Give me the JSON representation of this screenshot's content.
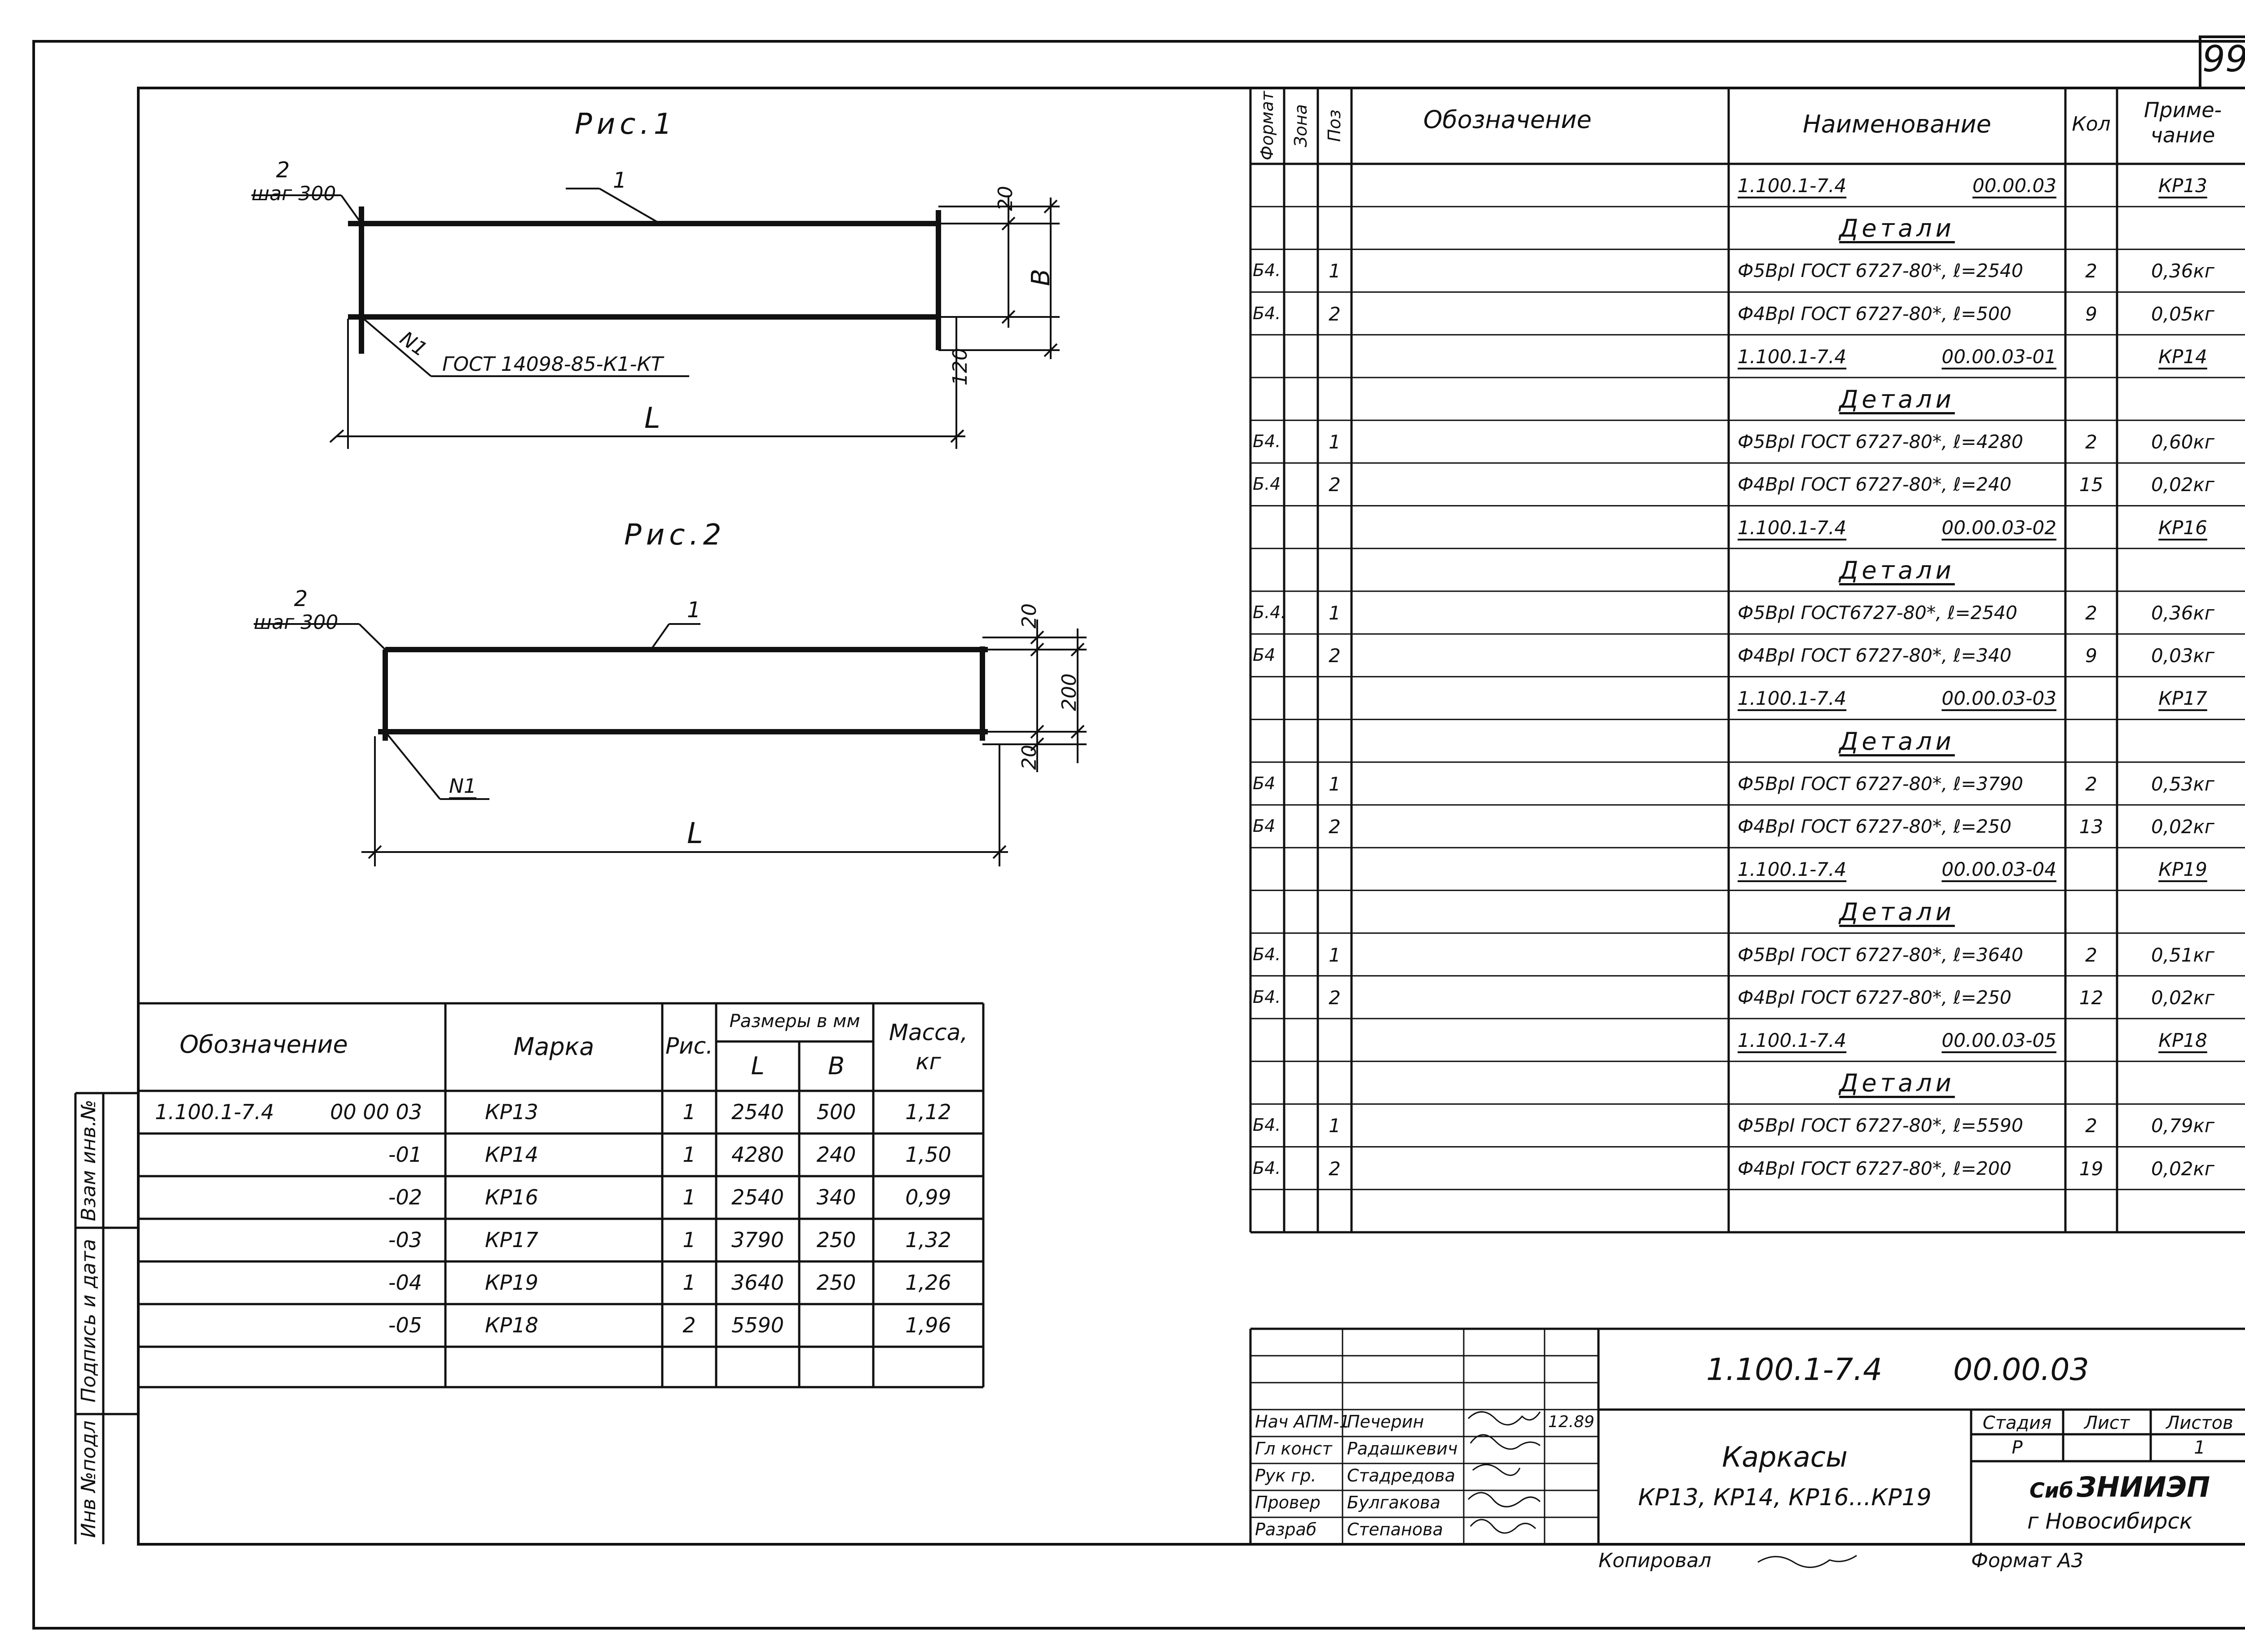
{
  "sheet_number": "99",
  "fig1": {
    "title": "Рис.1",
    "callout_pos": "2",
    "callout_step": "шаг 300",
    "bar_label": "1",
    "dim_top": "20",
    "dim_height": "В",
    "dim_bottom": "120",
    "weld_mark": "N1",
    "weld_standard": "ГОСТ 14098-85-К1-КТ",
    "dim_length": "L"
  },
  "fig2": {
    "title": "Рис.2",
    "callout_pos": "2",
    "callout_step": "шаг 300",
    "bar_label": "1",
    "dim_top": "20",
    "dim_height": "200",
    "dim_bottom": "20",
    "weld_mark": "N1",
    "dim_length": "L"
  },
  "side_stamp": {
    "inv_zam": "Взам инв.№",
    "sign_date": "Подпись и дата",
    "inv_orig": "Инв №подл"
  },
  "sizes_table": {
    "headers": {
      "designation": "Обозначение",
      "mark": "Марка",
      "fig": "Рис.",
      "sizes": "Размеры в мм",
      "L": "L",
      "B": "В",
      "mass": "Масса,",
      "mass_unit": "кг"
    },
    "rows": [
      {
        "prefix": "1.100.1-7.4",
        "code": "00 00 03",
        "mark": "КР13",
        "fig": "1",
        "L": "2540",
        "B": "500",
        "mass": "1,12"
      },
      {
        "prefix": "",
        "code": "-01",
        "mark": "КР14",
        "fig": "1",
        "L": "4280",
        "B": "240",
        "mass": "1,50"
      },
      {
        "prefix": "",
        "code": "-02",
        "mark": "КР16",
        "fig": "1",
        "L": "2540",
        "B": "340",
        "mass": "0,99"
      },
      {
        "prefix": "",
        "code": "-03",
        "mark": "КР17",
        "fig": "1",
        "L": "3790",
        "B": "250",
        "mass": "1,32"
      },
      {
        "prefix": "",
        "code": "-04",
        "mark": "КР19",
        "fig": "1",
        "L": "3640",
        "B": "250",
        "mass": "1,26"
      },
      {
        "prefix": "",
        "code": "-05",
        "mark": "КР18",
        "fig": "2",
        "L": "5590",
        "B": "",
        "mass": "1,96"
      }
    ]
  },
  "spec_table": {
    "headers": {
      "format": "Формат",
      "zone": "Зона",
      "pos": "Поз",
      "designation": "Обозначение",
      "name": "Наименование",
      "qty": "Кол",
      "note_1": "Приме-",
      "note_2": "чание"
    },
    "rows": [
      {
        "kind": "assy",
        "name_a": "1.100.1-7.4",
        "name_b": "00.00.03",
        "note": "КР13"
      },
      {
        "kind": "section",
        "name": "Детали"
      },
      {
        "kind": "item",
        "format": "Б4.",
        "pos": "1",
        "name": "Ф5ВрI ГОСТ 6727-80*, ℓ=2540",
        "qty": "2",
        "note": "0,36кг"
      },
      {
        "kind": "item",
        "format": "Б4.",
        "pos": "2",
        "name": "Ф4ВрI ГОСТ 6727-80*, ℓ=500",
        "qty": "9",
        "note": "0,05кг"
      },
      {
        "kind": "assy",
        "name_a": "1.100.1-7.4",
        "name_b": "00.00.03-01",
        "note": "КР14"
      },
      {
        "kind": "section",
        "name": "Детали"
      },
      {
        "kind": "item",
        "format": "Б4.",
        "pos": "1",
        "name": "Ф5ВрI ГОСТ 6727-80*, ℓ=4280",
        "qty": "2",
        "note": "0,60кг"
      },
      {
        "kind": "item",
        "format": "Б.4",
        "pos": "2",
        "name": "Ф4ВрI ГОСТ 6727-80*, ℓ=240",
        "qty": "15",
        "note": "0,02кг"
      },
      {
        "kind": "assy",
        "name_a": "1.100.1-7.4",
        "name_b": "00.00.03-02",
        "note": "КР16"
      },
      {
        "kind": "section",
        "name": "Детали"
      },
      {
        "kind": "item",
        "format": "Б.4.",
        "pos": "1",
        "name": "Ф5ВрI ГОСТ6727-80*, ℓ=2540",
        "qty": "2",
        "note": "0,36кг"
      },
      {
        "kind": "item",
        "format": "Б4",
        "pos": "2",
        "name": "Ф4ВрI ГОСТ 6727-80*, ℓ=340",
        "qty": "9",
        "note": "0,03кг"
      },
      {
        "kind": "assy",
        "name_a": "1.100.1-7.4",
        "name_b": "00.00.03-03",
        "note": "КР17"
      },
      {
        "kind": "section",
        "name": "Детали"
      },
      {
        "kind": "item",
        "format": "Б4",
        "pos": "1",
        "name": "Ф5ВрI ГОСТ 6727-80*, ℓ=3790",
        "qty": "2",
        "note": "0,53кг"
      },
      {
        "kind": "item",
        "format": "Б4",
        "pos": "2",
        "name": "Ф4ВрI ГОСТ 6727-80*, ℓ=250",
        "qty": "13",
        "note": "0,02кг"
      },
      {
        "kind": "assy",
        "name_a": "1.100.1-7.4",
        "name_b": "00.00.03-04",
        "note": "КР19"
      },
      {
        "kind": "section",
        "name": "Детали"
      },
      {
        "kind": "item",
        "format": "Б4.",
        "pos": "1",
        "name": "Ф5ВрI ГОСТ 6727-80*, ℓ=3640",
        "qty": "2",
        "note": "0,51кг"
      },
      {
        "kind": "item",
        "format": "Б4.",
        "pos": "2",
        "name": "Ф4ВрI ГОСТ 6727-80*, ℓ=250",
        "qty": "12",
        "note": "0,02кг"
      },
      {
        "kind": "assy",
        "name_a": "1.100.1-7.4",
        "name_b": "00.00.03-05",
        "note": "КР18"
      },
      {
        "kind": "section",
        "name": "Детали"
      },
      {
        "kind": "item",
        "format": "Б4.",
        "pos": "1",
        "name": "Ф5ВрI ГОСТ 6727-80*, ℓ=5590",
        "qty": "2",
        "note": "0,79кг"
      },
      {
        "kind": "item",
        "format": "Б4.",
        "pos": "2",
        "name": "Ф4ВрI ГОСТ 6727-80*, ℓ=200",
        "qty": "19",
        "note": "0,02кг"
      },
      {
        "kind": "empty"
      }
    ]
  },
  "title_block": {
    "doc_prefix": "1.100.1-7.4",
    "doc_code": "00.00.03",
    "date": "12.89",
    "roles": [
      {
        "role": "Нач АПМ-1",
        "name": "Печерин"
      },
      {
        "role": "Гл конст",
        "name": "Радашкевич"
      },
      {
        "role": "Рук гр.",
        "name": "Стадредова"
      },
      {
        "role": "Провер",
        "name": "Булгакова"
      },
      {
        "role": "Разраб",
        "name": "Степанова"
      }
    ],
    "title_line1": "Каркасы",
    "title_line2": "КР13, КР14, КР16...КР19",
    "stage_label": "Стадия",
    "sheet_label": "Лист",
    "sheets_label": "Листов",
    "stage": "Р",
    "sheets": "1",
    "org_prefix": "Сиб",
    "org_name": "ЗНИИЭП",
    "org_city": "г Новосибирск",
    "copied_label": "Копировал",
    "format_label": "Формат А3"
  },
  "colors": {
    "ink": "#111111",
    "paper": "#ffffff"
  }
}
